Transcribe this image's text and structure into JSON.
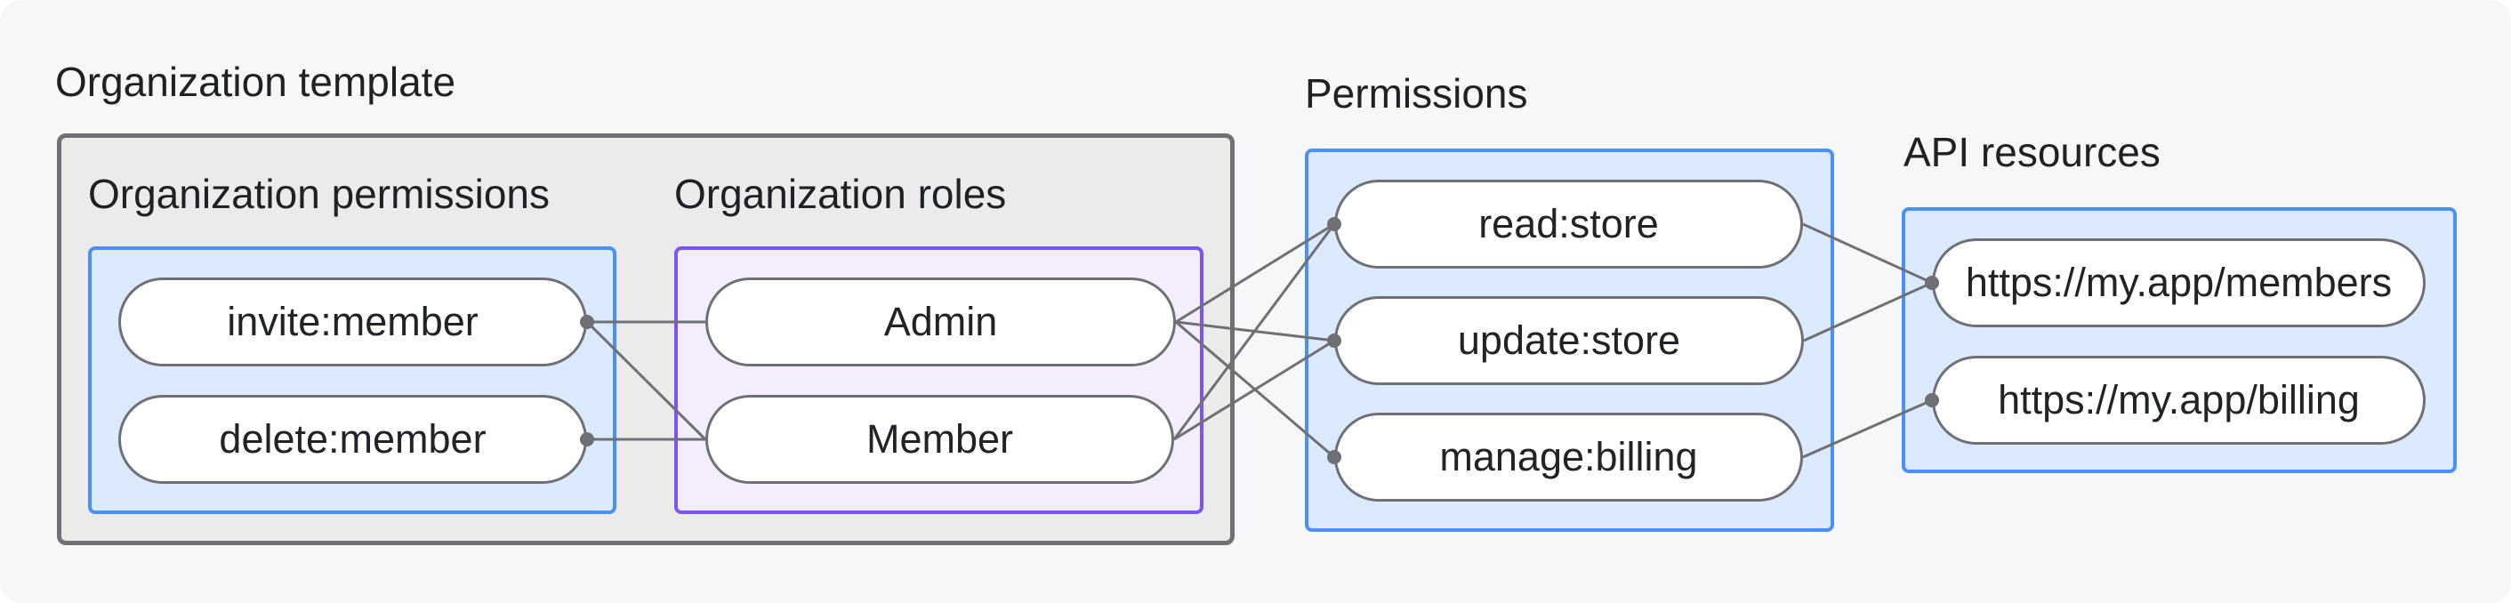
{
  "diagram": {
    "canvas_background": "#f6f7f8",
    "text_color": "#1f2225",
    "node_border_color": "#6e7073",
    "connector_color": "#6e7073",
    "sections": [
      {
        "id": "org-template",
        "title": "Organization template",
        "kind": "container",
        "fill": "#ebebec",
        "border_color": "#6f7174"
      },
      {
        "id": "org-permissions",
        "title": "Organization permissions",
        "kind": "group",
        "fill": "#dbeafc",
        "border_color": "#4b90f7",
        "nodes": [
          {
            "id": "invite",
            "label": "invite:member"
          },
          {
            "id": "delete",
            "label": "delete:member"
          }
        ]
      },
      {
        "id": "org-roles",
        "title": "Organization roles",
        "kind": "group",
        "fill": "#f3edfc",
        "border_color": "#7a55f6",
        "nodes": [
          {
            "id": "admin",
            "label": "Admin"
          },
          {
            "id": "member",
            "label": "Member"
          }
        ]
      },
      {
        "id": "permissions",
        "title": "Permissions",
        "kind": "group",
        "fill": "#dbeafc",
        "border_color": "#4b90f7",
        "nodes": [
          {
            "id": "read",
            "label": "read:store"
          },
          {
            "id": "update",
            "label": "update:store"
          },
          {
            "id": "manage",
            "label": "manage:billing"
          }
        ]
      },
      {
        "id": "api-resources",
        "title": "API resources",
        "kind": "group",
        "fill": "#dbeafc",
        "border_color": "#4b90f7",
        "nodes": [
          {
            "id": "members",
            "label": "https://my.app/members"
          },
          {
            "id": "billing",
            "label": "https://my.app/billing"
          }
        ]
      }
    ],
    "edges": [
      {
        "from": "invite",
        "to": "admin"
      },
      {
        "from": "invite",
        "to": "member"
      },
      {
        "from": "delete",
        "to": "member"
      },
      {
        "from": "admin",
        "to": "read"
      },
      {
        "from": "admin",
        "to": "update"
      },
      {
        "from": "admin",
        "to": "manage"
      },
      {
        "from": "member",
        "to": "read"
      },
      {
        "from": "member",
        "to": "update"
      },
      {
        "from": "read",
        "to": "members"
      },
      {
        "from": "update",
        "to": "members"
      },
      {
        "from": "manage",
        "to": "billing"
      }
    ],
    "connection_dots": [
      {
        "node": "invite",
        "side": "right"
      },
      {
        "node": "delete",
        "side": "right"
      },
      {
        "node": "read",
        "side": "left"
      },
      {
        "node": "update",
        "side": "left"
      },
      {
        "node": "manage",
        "side": "left"
      },
      {
        "node": "members",
        "side": "left"
      },
      {
        "node": "billing",
        "side": "left"
      }
    ],
    "dot_radius": 8
  }
}
